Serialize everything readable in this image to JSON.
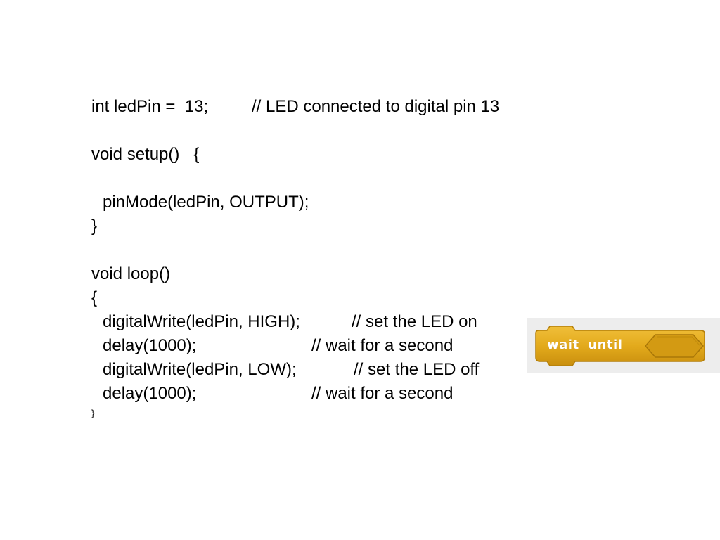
{
  "code": {
    "line_pin_stmt": "int ledPin =  13;",
    "line_pin_comment": "// LED connected to digital pin 13",
    "line_setup_open": "void setup()   {",
    "line_pinmode": "pinMode(ledPin, OUTPUT);",
    "line_setup_close": "}",
    "line_loop_decl": "void loop()",
    "line_loop_open": "{",
    "line_write_high_stmt": "digitalWrite(ledPin, HIGH);",
    "line_write_high_comment": "// set the LED on",
    "line_delay1_stmt": "delay(1000);",
    "line_delay1_comment": "// wait for a second",
    "line_write_low_stmt": "digitalWrite(ledPin, LOW);",
    "line_write_low_comment": "// set the LED off",
    "line_delay2_stmt": "delay(1000);",
    "line_delay2_comment": "// wait for a second",
    "line_loop_close": "}"
  },
  "scratch_block": {
    "label": "wait until",
    "color": "#e1a91a",
    "slot_color": "#d39a13",
    "panel_color": "#ededed"
  }
}
